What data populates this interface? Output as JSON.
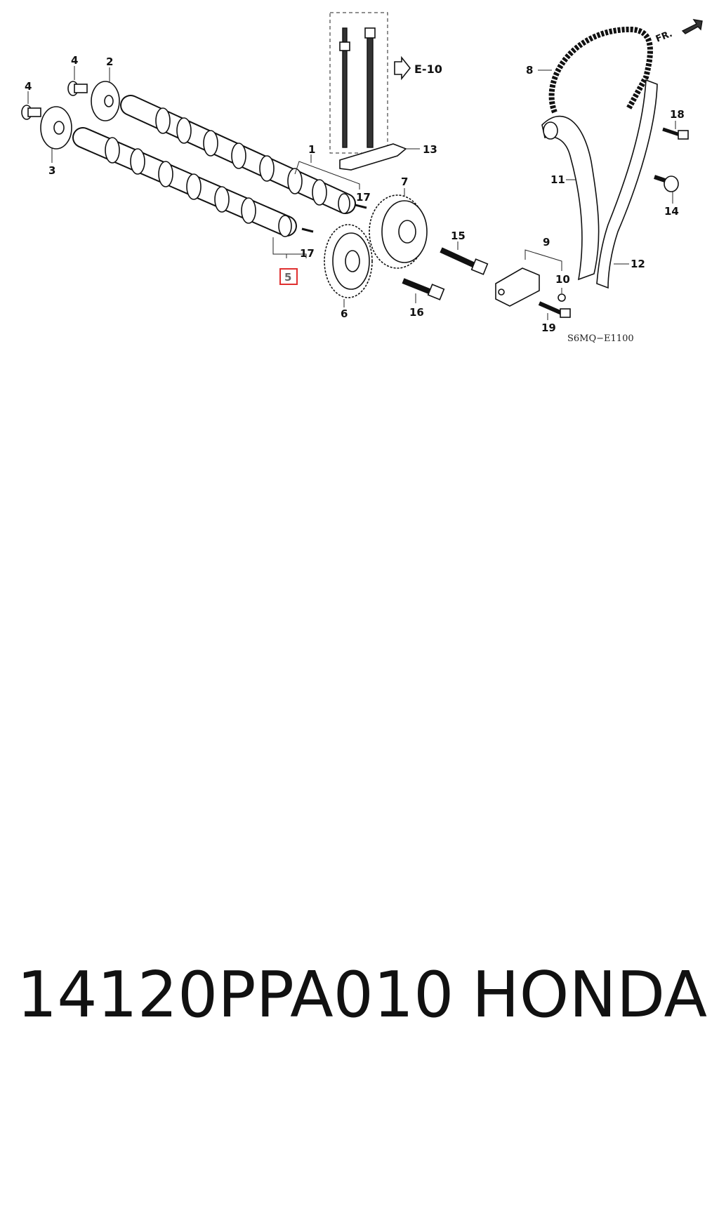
{
  "diagram": {
    "callouts": {
      "c1": "1",
      "c2": "2",
      "c3": "3",
      "c4": "4",
      "c5": "5",
      "c6": "6",
      "c7": "7",
      "c8": "8",
      "c9": "9",
      "c10": "10",
      "c11": "11",
      "c12": "12",
      "c13": "13",
      "c14": "14",
      "c15": "15",
      "c16": "16",
      "c17a": "17",
      "c17b": "17",
      "c18": "18",
      "c19": "19"
    },
    "reference": "E-10",
    "direction_label": "FR.",
    "diagram_code": "S6MQ−E1100",
    "highlight_color": "#e03030"
  },
  "caption": {
    "part_number": "14120PPA010",
    "brand": "HONDA"
  }
}
